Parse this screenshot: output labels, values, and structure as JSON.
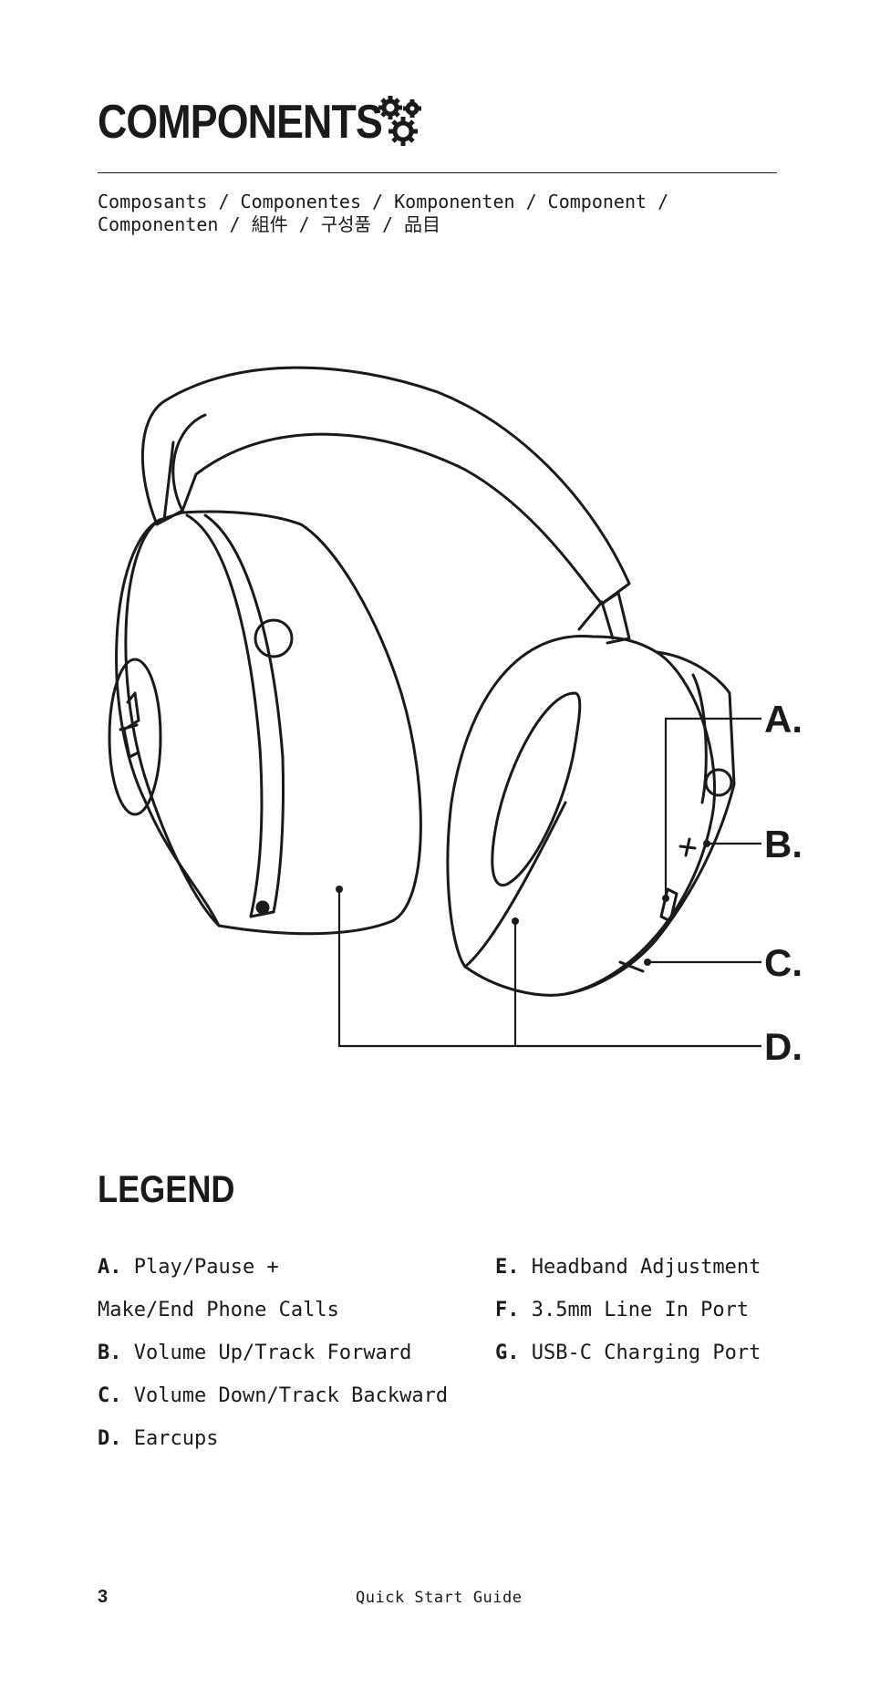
{
  "header": {
    "title": "COMPONENTS",
    "icon": "gears-icon",
    "translations_line1": "Composants / Componentes / Komponenten / Component /",
    "translations_line2": "Componenten / 組件 / 구성품 / 品目"
  },
  "diagram": {
    "callouts": [
      {
        "letter": "A."
      },
      {
        "letter": "B."
      },
      {
        "letter": "C."
      },
      {
        "letter": "D."
      }
    ]
  },
  "legend": {
    "title": "LEGEND",
    "left": [
      {
        "key": "A.",
        "text": "Play/Pause +"
      },
      {
        "key": "",
        "text": "Make/End Phone Calls"
      },
      {
        "key": "B.",
        "text": "Volume Up/Track Forward"
      },
      {
        "key": "C.",
        "text": "Volume Down/Track Backward"
      },
      {
        "key": "D.",
        "text": "Earcups"
      }
    ],
    "right": [
      {
        "key": "E.",
        "text": "Headband Adjustment"
      },
      {
        "key": "F.",
        "text": "3.5mm Line In Port"
      },
      {
        "key": "G.",
        "text": "USB-C Charging Port"
      }
    ]
  },
  "footer": {
    "page_number": "3",
    "guide_title": "Quick Start Guide"
  }
}
